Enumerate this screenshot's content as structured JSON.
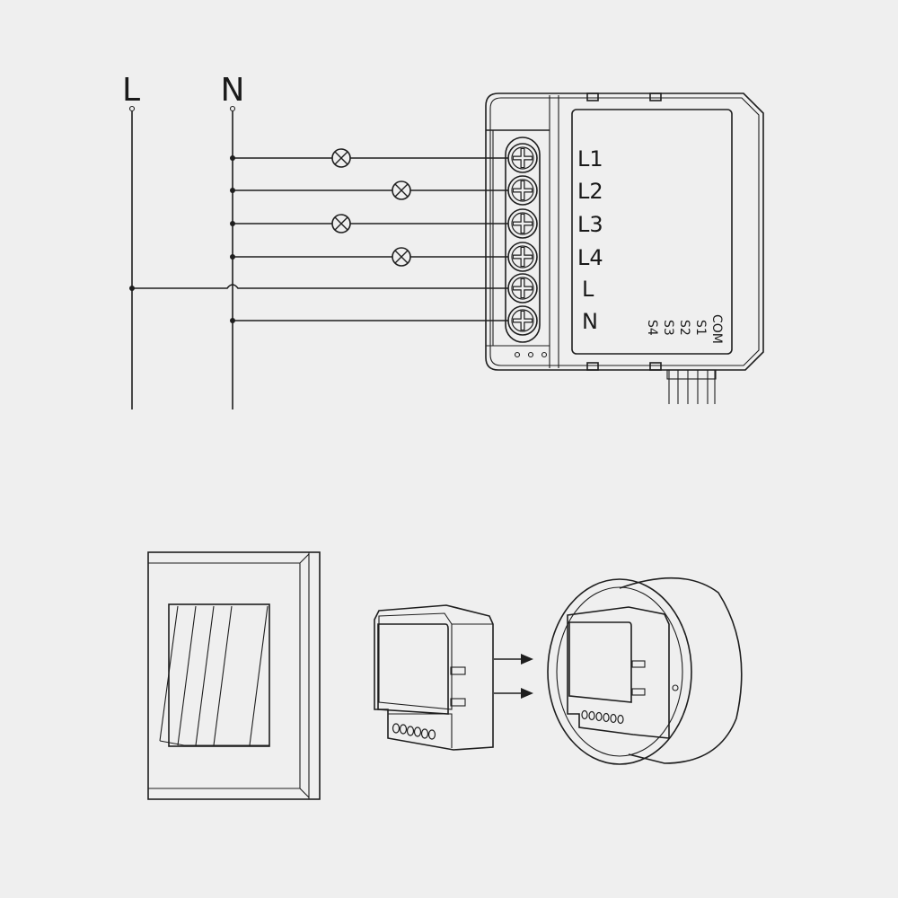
{
  "supply": {
    "line_label": "L",
    "neutral_label": "N"
  },
  "module": {
    "terminals": [
      "L1",
      "L2",
      "L3",
      "L4",
      "L",
      "N"
    ],
    "switch_inputs": [
      "COM",
      "S1",
      "S2",
      "S3",
      "S4"
    ]
  },
  "colors": {
    "background": "#efefef",
    "stroke": "#1e1e1e"
  },
  "icons": [
    "lamp-icon",
    "screw-terminal-icon",
    "arrow-right-icon"
  ]
}
